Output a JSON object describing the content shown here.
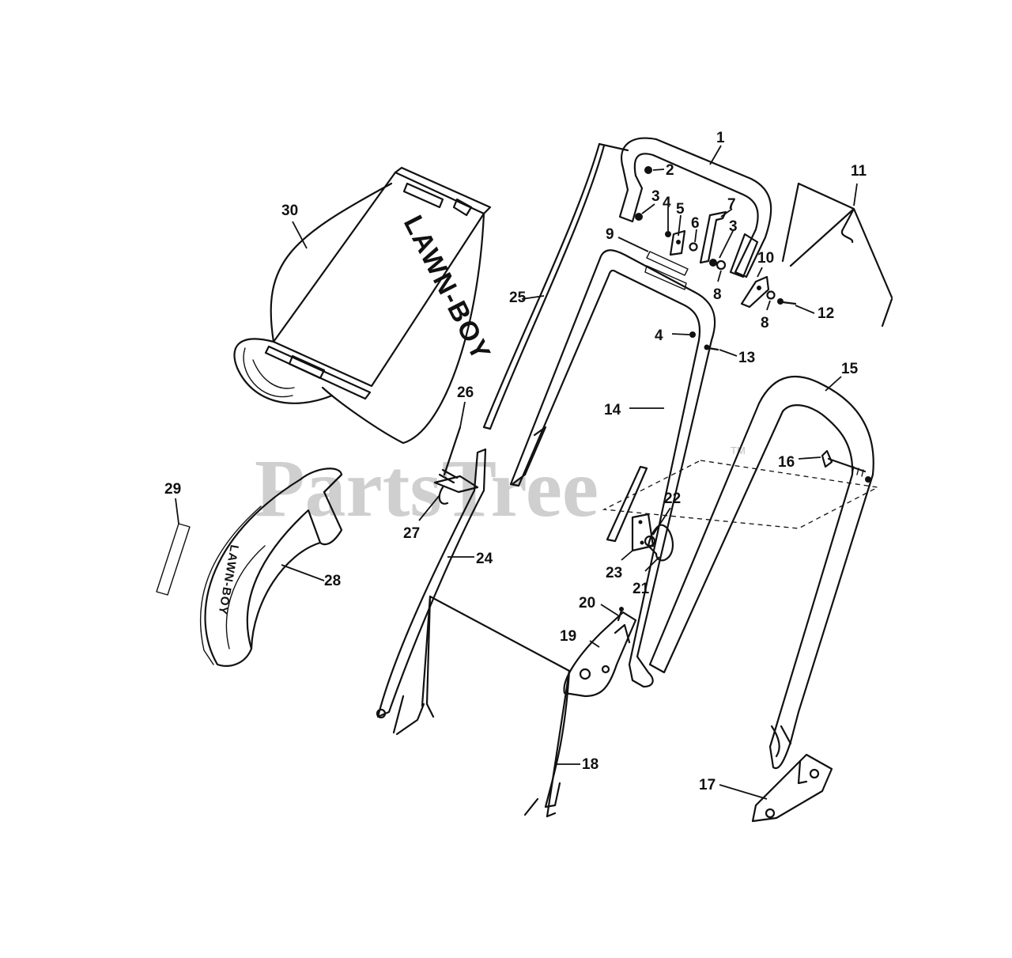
{
  "watermark": {
    "text": "PartsTree",
    "tm": "TM"
  },
  "brand_text": "LAWN-BOY",
  "callouts": [
    "1",
    "2",
    "3",
    "3",
    "4",
    "4",
    "5",
    "6",
    "7",
    "8",
    "8",
    "9",
    "10",
    "11",
    "12",
    "13",
    "14",
    "15",
    "16",
    "17",
    "18",
    "19",
    "20",
    "21",
    "22",
    "23",
    "24",
    "25",
    "26",
    "27",
    "28",
    "29",
    "30"
  ]
}
